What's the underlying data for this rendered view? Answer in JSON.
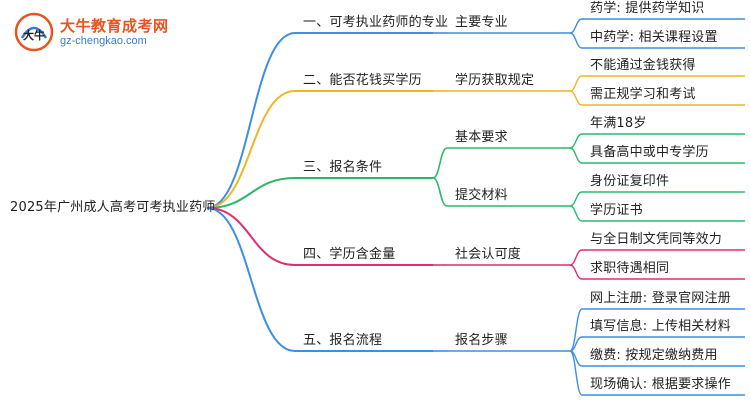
{
  "logo": {
    "name": "大牛教育成考网",
    "url": "gz-chengkao.com",
    "mark_text": "大牛"
  },
  "mindmap": {
    "root": "2025年广州成人高考可考执业药师",
    "branches": [
      {
        "label": "一、可考执业药师的专业",
        "color": "#3c8ee6",
        "groups": [
          {
            "label": "主要专业",
            "leaves": [
              "药学: 提供药学知识",
              "中药学: 相关课程设置"
            ]
          }
        ]
      },
      {
        "label": "二、能否花钱买学历",
        "color": "#f0b429",
        "groups": [
          {
            "label": "学历获取规定",
            "leaves": [
              "不能通过金钱获得",
              "需正规学习和考试"
            ]
          }
        ]
      },
      {
        "label": "三、报名条件",
        "color": "#2cb86b",
        "groups": [
          {
            "label": "基本要求",
            "leaves": [
              "年满18岁",
              "具备高中或中专学历"
            ]
          },
          {
            "label": "提交材料",
            "leaves": [
              "身份证复印件",
              "学历证书"
            ]
          }
        ]
      },
      {
        "label": "四、学历含金量",
        "color": "#e02e74",
        "groups": [
          {
            "label": "社会认可度",
            "leaves": [
              "与全日制文凭同等效力",
              "求职待遇相同"
            ]
          }
        ]
      },
      {
        "label": "五、报名流程",
        "color": "#3c8ee6",
        "groups": [
          {
            "label": "报名步骤",
            "leaves": [
              "网上注册: 登录官网注册",
              "填写信息: 上传相关材料",
              "缴费: 按规定缴纳费用",
              "现场确认: 根据要求操作"
            ]
          }
        ]
      }
    ]
  }
}
